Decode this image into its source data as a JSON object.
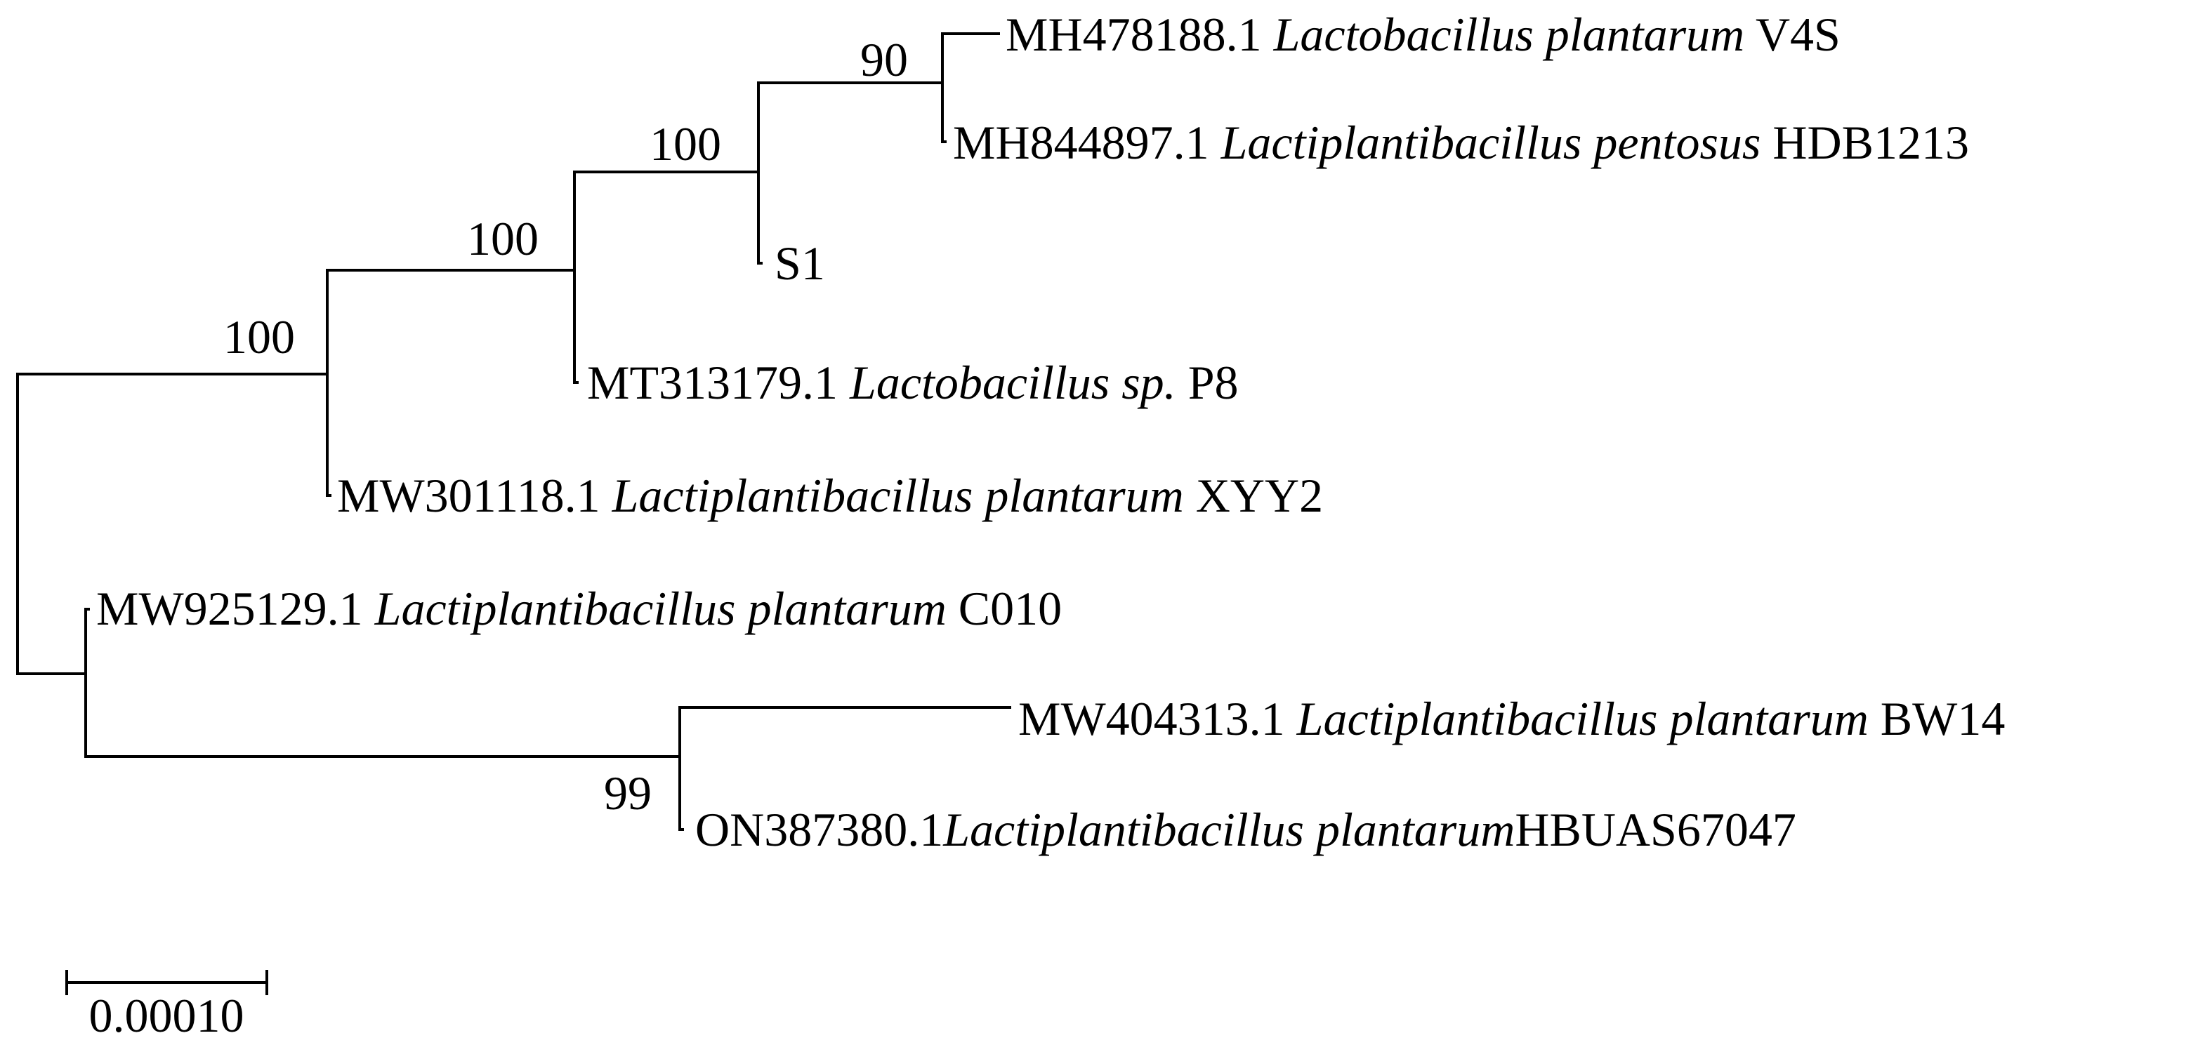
{
  "tree": {
    "leaves": [
      {
        "accession": "MH478188.1",
        "species": "Lactobacillus plantarum",
        "strain": "V4S"
      },
      {
        "accession": "MH844897.1",
        "species": "Lactiplantibacillus pentosus",
        "strain": "HDB1213"
      },
      {
        "accession": "",
        "species": "",
        "strain": "S1"
      },
      {
        "accession": "MT313179.1",
        "species": "Lactobacillus sp.",
        "strain": "P8"
      },
      {
        "accession": "MW301118.1",
        "species": "Lactiplantibacillus plantarum",
        "strain": "XYY2"
      },
      {
        "accession": "MW925129.1",
        "species": "Lactiplantibacillus plantarum",
        "strain": "C010"
      },
      {
        "accession": "MW404313.1",
        "species": "Lactiplantibacillus plantarum",
        "strain": "BW14"
      },
      {
        "accession": "ON387380.1",
        "species": "Lactiplantibacillus plantarum",
        "strain": "HBUAS67047"
      }
    ],
    "bootstrap": [
      {
        "node": "V4S-HDB1213",
        "value": "90"
      },
      {
        "node": "S1-clade",
        "value": "100"
      },
      {
        "node": "P8-clade",
        "value": "100"
      },
      {
        "node": "XYY2-clade",
        "value": "100"
      },
      {
        "node": "BW14-HBUAS67047",
        "value": "99"
      }
    ],
    "scale_bar": {
      "label": "0.00010"
    }
  }
}
